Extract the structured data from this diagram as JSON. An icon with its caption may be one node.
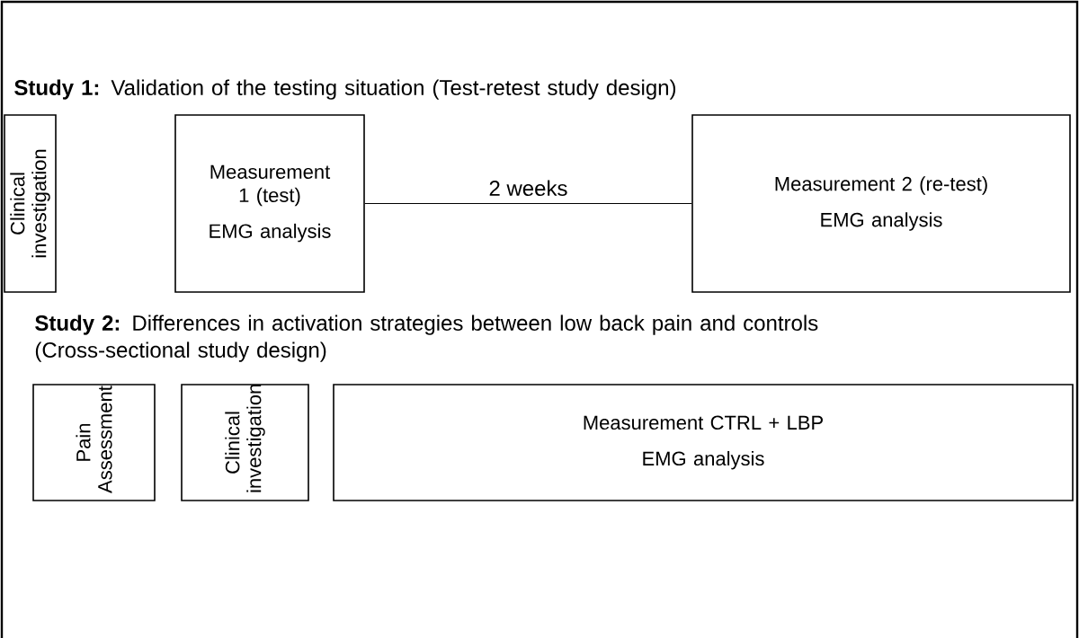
{
  "diagram": {
    "nodes": [
      {
        "text": [
          "Clinical investigation"
        ]
      },
      {
        "text": [
          "Measurement 1 (test)",
          "EMG analysis"
        ]
      },
      {
        "text": [
          "Measurement 2 (re-test)",
          "EMG analysis"
        ]
      },
      {
        "text": [
          "Pain Assessment"
        ]
      },
      {
        "text": [
          "Clinical investigation"
        ]
      },
      {
        "text": [
          "Measurement CTRL + LBP",
          "EMG analysis"
        ]
      }
    ],
    "edges": [
      {
        "from": 1,
        "to": 2,
        "arrow": "none",
        "label": "2 weeks"
      }
    ],
    "labels": [
      "**Study 1:** Validation of the testing situation (Test-retest study design)",
      "**Study 2:** Differences in activation strategies between low back pain and controls (Cross-sectional study design)"
    ]
  }
}
